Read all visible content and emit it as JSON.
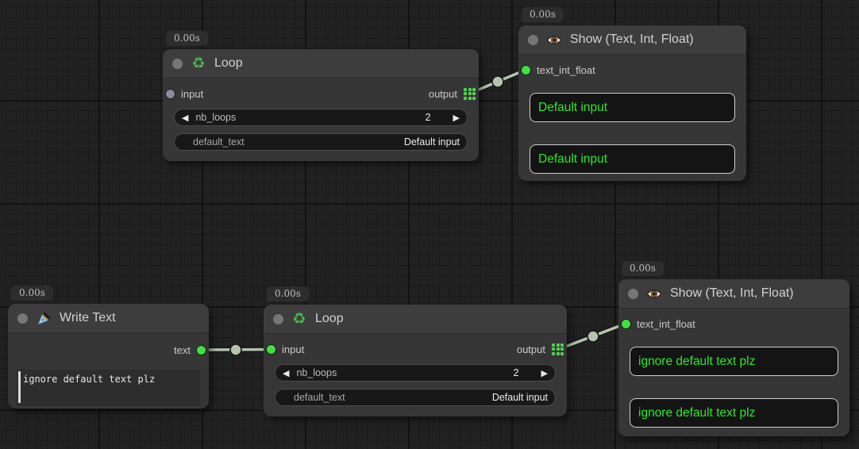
{
  "colors": {
    "accent_green": "#3fe03f",
    "wire_sage": "#b3c3ad",
    "value_text_green": "#2ee62e",
    "node_bg": "#363636",
    "canvas_bg": "#212121"
  },
  "nodes": [
    {
      "id": "loop-top",
      "badge": "0.00s",
      "title": "Loop",
      "icon": "recycle-icon",
      "input_label": "input",
      "output_label": "output",
      "widgets": [
        {
          "label": "nb_loops",
          "value": "2",
          "arrow_left": "◀",
          "arrow_right": "▶"
        },
        {
          "label": "default_text",
          "value": "Default input"
        }
      ]
    },
    {
      "id": "show-top",
      "badge": "0.00s",
      "title": "Show (Text, Int, Float)",
      "icon": "eye-icon",
      "input_label": "text_int_float",
      "values": [
        "Default input",
        "Default input"
      ]
    },
    {
      "id": "write-text",
      "badge": "0.00s",
      "title": "Write Text",
      "icon": "pen-icon",
      "output_label": "text",
      "textarea": "ignore default text plz"
    },
    {
      "id": "loop-bottom",
      "badge": "0.00s",
      "title": "Loop",
      "icon": "recycle-icon",
      "input_label": "input",
      "output_label": "output",
      "widgets": [
        {
          "label": "nb_loops",
          "value": "2",
          "arrow_left": "◀",
          "arrow_right": "▶"
        },
        {
          "label": "default_text",
          "value": "Default input"
        }
      ]
    },
    {
      "id": "show-bottom",
      "badge": "0.00s",
      "title": "Show (Text, Int, Float)",
      "icon": "eye-icon",
      "input_label": "text_int_float",
      "values": [
        "ignore default text plz",
        "ignore default text plz"
      ]
    }
  ]
}
